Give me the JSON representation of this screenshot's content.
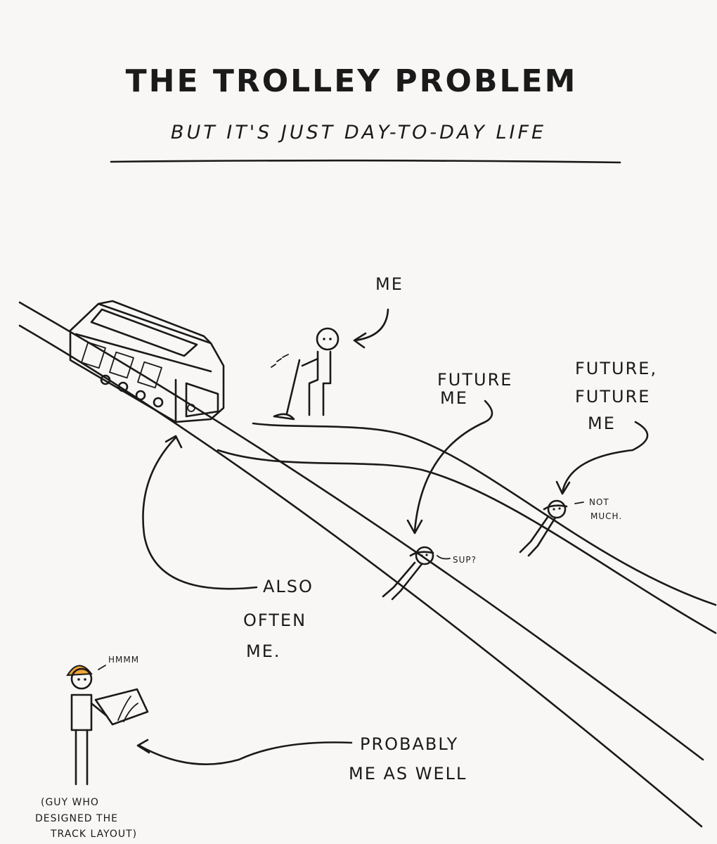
{
  "title": "THE TROLLEY PROBLEM",
  "subtitle": "BUT IT'S JUST DAY-TO-DAY LIFE",
  "labels": {
    "me": "ME",
    "future_me_line1": "FUTURE",
    "future_me_line2": "ME",
    "future_future_me_line1": "FUTURE,",
    "future_future_me_line2": "FUTURE",
    "future_future_me_line3": "ME",
    "also_often_me_line1": "ALSO",
    "also_often_me_line2": "OFTEN",
    "also_often_me_line3": "ME.",
    "probably_me_line1": "PROBABLY",
    "probably_me_line2": "ME AS WELL",
    "designer_line1": "(GUY WHO",
    "designer_line2": "DESIGNED THE",
    "designer_line3": "TRACK LAYOUT)"
  },
  "speech": {
    "sup": "SUP?",
    "not_much_line1": "NOT",
    "not_much_line2": "MUCH.",
    "hmmm": "HMMM"
  },
  "colors": {
    "hard_hat": "#f2a53a",
    "ink": "#1a1a1a",
    "paper": "#f8f7f5"
  }
}
